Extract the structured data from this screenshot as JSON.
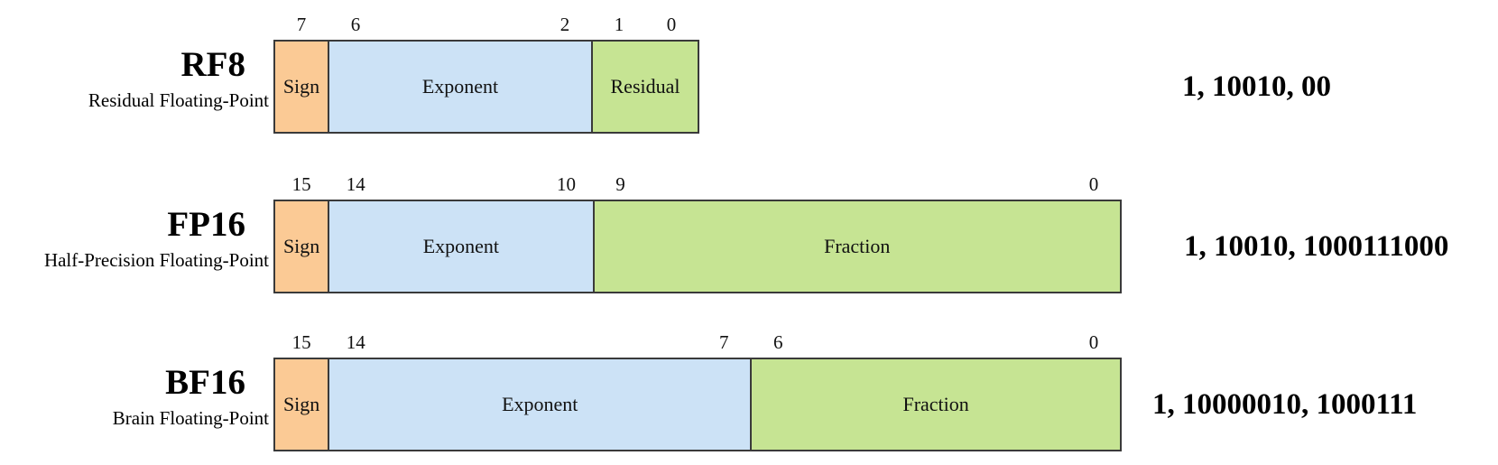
{
  "colors": {
    "sign": "#FBCA95",
    "exponent": "#CCE2F6",
    "fraction": "#C6E493",
    "border": "#3A3A3A"
  },
  "rows": [
    {
      "title": "RF8",
      "subtitle": "Residual Floating-Point",
      "bit_string": "1, 10010, 00",
      "total_bits": 8,
      "fields": [
        {
          "label": "Sign",
          "bits": 1,
          "msb": "7",
          "lsb": "",
          "color_key": "sign"
        },
        {
          "label": "Exponent",
          "bits": 5,
          "msb": "6",
          "lsb": "2",
          "color_key": "exponent"
        },
        {
          "label": "Residual",
          "bits": 2,
          "msb": "1",
          "lsb": "0",
          "color_key": "fraction"
        }
      ]
    },
    {
      "title": "FP16",
      "subtitle": "Half-Precision Floating-Point",
      "bit_string": "1, 10010, 1000111000",
      "total_bits": 16,
      "fields": [
        {
          "label": "Sign",
          "bits": 1,
          "msb": "15",
          "lsb": "",
          "color_key": "sign"
        },
        {
          "label": "Exponent",
          "bits": 5,
          "msb": "14",
          "lsb": "10",
          "color_key": "exponent"
        },
        {
          "label": "Fraction",
          "bits": 10,
          "msb": "9",
          "lsb": "0",
          "color_key": "fraction"
        }
      ]
    },
    {
      "title": "BF16",
      "subtitle": "Brain Floating-Point",
      "bit_string": "1, 10000010, 1000111",
      "total_bits": 16,
      "fields": [
        {
          "label": "Sign",
          "bits": 1,
          "msb": "15",
          "lsb": "",
          "color_key": "sign"
        },
        {
          "label": "Exponent",
          "bits": 8,
          "msb": "14",
          "lsb": "7",
          "color_key": "exponent"
        },
        {
          "label": "Fraction",
          "bits": 7,
          "msb": "6",
          "lsb": "0",
          "color_key": "fraction"
        }
      ]
    }
  ]
}
